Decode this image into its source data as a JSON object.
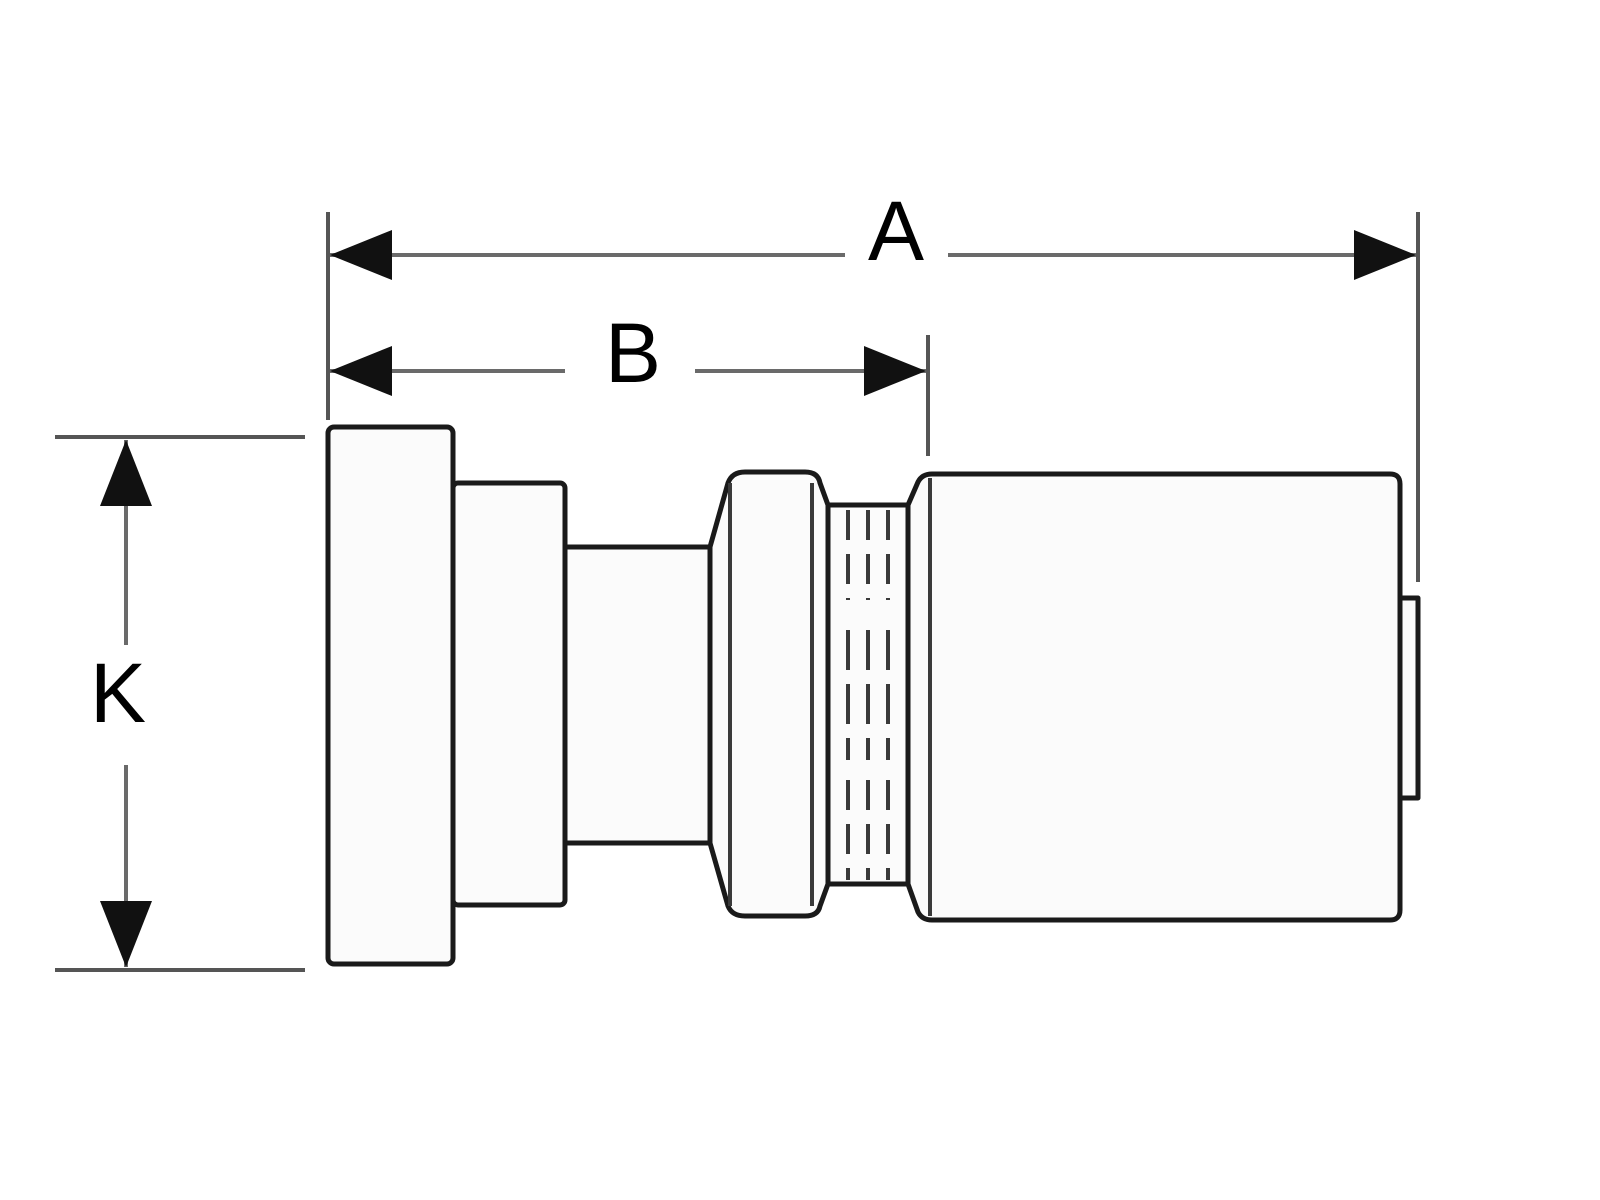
{
  "diagram": {
    "colors": {
      "outline": "#1a1a1a",
      "fill": "#fbfbfb",
      "dimension_line": "#6a6a6a",
      "arrow": "#111111",
      "text": "#000000"
    },
    "dimensions": {
      "a_label": "A",
      "b_label": "B",
      "k_label": "K"
    }
  }
}
